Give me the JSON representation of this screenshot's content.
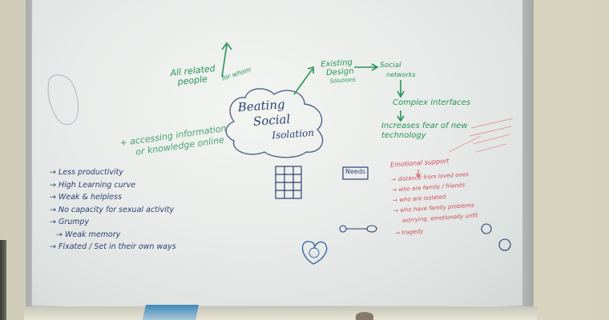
{
  "mindmap": {
    "center": [
      "Beating",
      "Social",
      "Isolation"
    ],
    "all_related_people": [
      "All related",
      "people"
    ],
    "for_whom": "for whom",
    "existing_design": [
      "Existing",
      "Design",
      "Solutions"
    ],
    "social_networks": [
      "Social",
      "networks"
    ],
    "complex_interfaces": "Complex interfaces",
    "increases_fear": [
      "Increases fear of new",
      "technology"
    ],
    "accessing_info": [
      "+ accessing information",
      "or knowledge online"
    ],
    "needs": "Needs"
  },
  "blue_list": [
    "→ Less productivity",
    "→ High Learning curve",
    "→ Weak & helpless",
    "→ No capacity for sexual activity",
    "→ Grumpy",
    "→ Weak memory",
    "→ Fixated / Set in their own ways"
  ],
  "red_notes": {
    "heading": "Emotional support",
    "lines": [
      "→ distance from loved ones",
      "→ who are family / friends",
      "→ who are isolated",
      "→ who have family problems",
      "worrying, emotionally unfit",
      "→ tragedy"
    ]
  },
  "colors": {
    "green_marker": "#28945a",
    "blue_marker": "#2c3f73",
    "red_marker": "#cf4b5a"
  }
}
